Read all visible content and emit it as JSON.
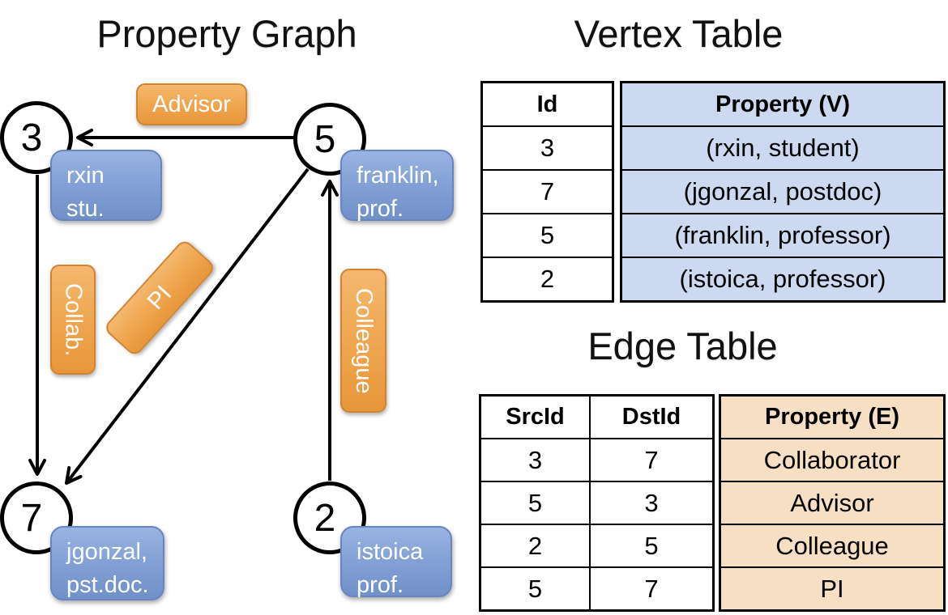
{
  "graph": {
    "title": "Property Graph",
    "nodes": [
      {
        "id": "3",
        "label_lines": [
          "rxin",
          "stu."
        ]
      },
      {
        "id": "5",
        "label_lines": [
          "franklin,",
          "prof."
        ]
      },
      {
        "id": "7",
        "label_lines": [
          "jgonzal,",
          "pst.doc."
        ]
      },
      {
        "id": "2",
        "label_lines": [
          "istoica",
          "prof."
        ]
      }
    ],
    "edge_labels": {
      "advisor": "Advisor",
      "collab": "Collab.",
      "pi": "PI",
      "colleague": "Colleague"
    }
  },
  "vertex_table": {
    "title": "Vertex Table",
    "columns": [
      "Id",
      "Property (V)"
    ],
    "rows": [
      [
        "3",
        "(rxin, student)"
      ],
      [
        "7",
        "(jgonzal, postdoc)"
      ],
      [
        "5",
        "(franklin, professor)"
      ],
      [
        "2",
        "(istoica, professor)"
      ]
    ]
  },
  "edge_table": {
    "title": "Edge Table",
    "columns": [
      "SrcId",
      "DstId",
      "Property (E)"
    ],
    "rows": [
      [
        "3",
        "7",
        "Collaborator"
      ],
      [
        "5",
        "3",
        "Advisor"
      ],
      [
        "2",
        "5",
        "Colleague"
      ],
      [
        "5",
        "7",
        "PI"
      ]
    ]
  },
  "colors": {
    "edge_label_orange_top": "#f4b86f",
    "edge_label_orange_bottom": "#e8963a",
    "edge_label_border": "#d08432",
    "vertex_box_blue_top": "#9ab4e2",
    "vertex_box_blue_bottom": "#7190ca",
    "vertex_box_border": "#6886bd",
    "vertex_table_fill": "#ccd9f0",
    "edge_table_fill": "#f6dfc3",
    "line_color": "#000000"
  }
}
